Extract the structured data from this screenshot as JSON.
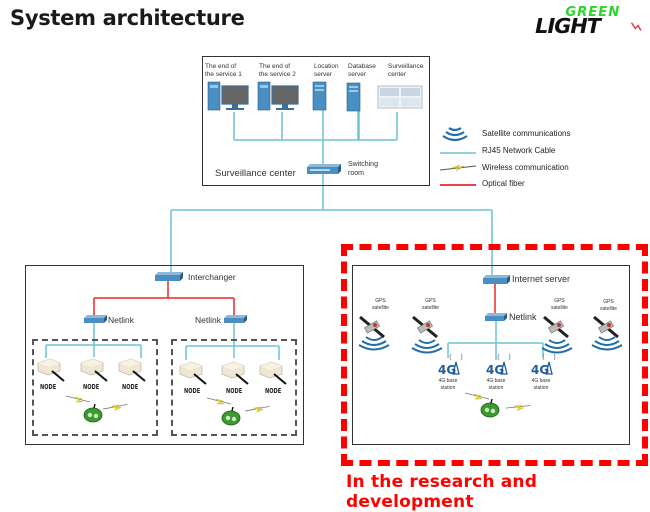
{
  "page": {
    "title": "System architecture",
    "logo": {
      "top_text": "GREEN",
      "bottom_text": "LIGHT"
    },
    "footer_note": "In the research and development"
  },
  "colors": {
    "rj45": "#6ec3d6",
    "fiber": "#e8282d",
    "highlight": "#ff0000",
    "logo_green": "#2bd62b",
    "wireless": "#f2e21a",
    "satellite_wave": "#1f6fa8"
  },
  "surveillance_center": {
    "label": "Surveillance  center",
    "devices": [
      {
        "label": "The end of the service 1",
        "line1": "The end of",
        "line2": "the service 1",
        "icon": "desktop-computer-icon"
      },
      {
        "label": "The end of the service 2",
        "line1": "The end of",
        "line2": "the service 2",
        "icon": "desktop-computer-icon"
      },
      {
        "label": "Location server",
        "line1": "Location",
        "line2": "server",
        "icon": "server-tower-icon"
      },
      {
        "label": "Database server",
        "line1": "Database",
        "line2": "server",
        "icon": "server-tower-icon"
      },
      {
        "label": "Surveillance center",
        "line1": "Surveillance",
        "line2": "center",
        "icon": "monitoring-screen-icon"
      }
    ],
    "switch": {
      "line1": "Switching",
      "line2": "room"
    }
  },
  "legend": [
    {
      "label": "Satellite communications",
      "icon": "satellite-wave-icon"
    },
    {
      "label": "RJ45 Network Cable",
      "icon": "rj45-line"
    },
    {
      "label": "Wireless communication",
      "icon": "wireless-bolt-icon"
    },
    {
      "label": "Optical fiber",
      "icon": "fiber-line"
    }
  ],
  "left_network": {
    "interchanger": "Interchanger",
    "netlinks": [
      "Netlink",
      "Netlink"
    ],
    "groups": [
      {
        "nodes": [
          "NODE",
          "NODE",
          "NODE"
        ]
      },
      {
        "nodes": [
          "NODE",
          "NODE",
          "NODE"
        ]
      }
    ]
  },
  "right_network": {
    "internet_server": "Internet server",
    "netlink": "Netlink",
    "satellites": [
      {
        "line1": "GPS",
        "line2": "satellite"
      },
      {
        "line1": "GPS",
        "line2": "satellite"
      },
      {
        "line1": "GPS",
        "line2": "satellite"
      },
      {
        "line1": "GPS",
        "line2": "satellite"
      }
    ],
    "base_stations": [
      {
        "badge": "4G",
        "line1": "4G base",
        "line2": "station"
      },
      {
        "badge": "4G",
        "line1": "4G base",
        "line2": "station"
      },
      {
        "badge": "4G",
        "line1": "4G base",
        "line2": "station"
      }
    ]
  }
}
